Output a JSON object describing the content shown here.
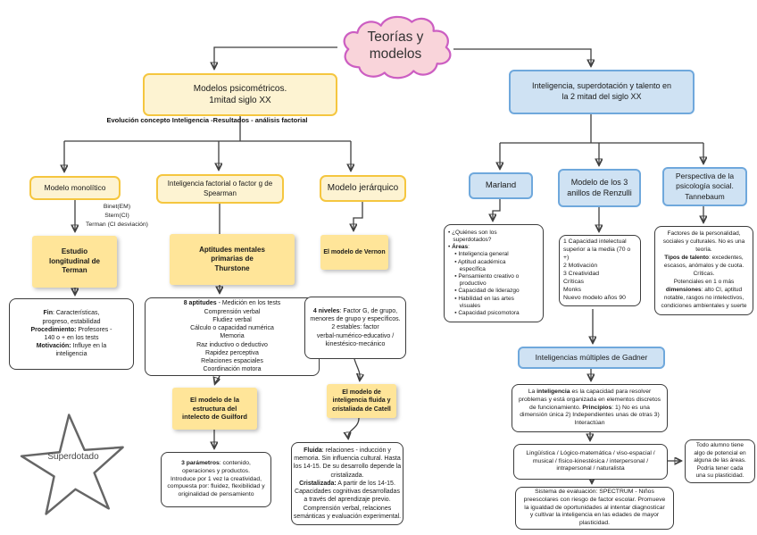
{
  "colors": {
    "yellow_fill": "#fdf3d2",
    "yellow_border": "#f5c63f",
    "yellow_solid": "#ffe599",
    "blue_fill": "#cfe2f3",
    "blue_border": "#6fa8dc",
    "cloud_fill": "#f9d4da",
    "cloud_border": "#cc5ec2",
    "line": "#3f3f3f"
  },
  "cloud": {
    "title": [
      "Teorías y",
      "modelos"
    ]
  },
  "left": {
    "root": [
      "Modelos psicométricos.",
      "1mitad siglo XX"
    ],
    "subtitle": "Evolución concepto  Inteligencia -Resultados - análisis factorial",
    "star_label": "Superdotado",
    "monolitico": {
      "title": "Modelo monolítico",
      "note": [
        "Binet(EM)",
        "Stern(CI)",
        "Terman (CI desviación)"
      ],
      "terman_title": [
        "Estudio",
        "longitudinal de",
        "Terman"
      ],
      "terman_detail": [
        [
          {
            "t": "Fin",
            "b": true
          },
          {
            "t": ": Características,"
          }
        ],
        [
          {
            "t": "progreso, estabilidad"
          }
        ],
        [
          {
            "t": "Procedimiento:",
            "b": true
          },
          {
            "t": " Profesores -"
          }
        ],
        [
          {
            "t": "140 o + en los tests"
          }
        ],
        [
          {
            "t": "Motivación:",
            "b": true
          },
          {
            "t": " Influye en la"
          }
        ],
        [
          {
            "t": "inteligencia"
          }
        ]
      ]
    },
    "spearman": {
      "title": [
        "Inteligencia factorial o factor g de",
        "Spearman"
      ],
      "thurstone_title": [
        "Aptitudes mentales",
        "primarias de",
        "Thurstone"
      ],
      "aptitudes_detail": [
        [
          {
            "t": "8 aptitudes",
            "b": true
          },
          {
            "t": " - Medición en los tests"
          }
        ],
        [
          {
            "t": "Comprensión verbal"
          }
        ],
        [
          {
            "t": "Fludiez verbal"
          }
        ],
        [
          {
            "t": "Cálculo o capacidad numérica"
          }
        ],
        [
          {
            "t": "Memoria"
          }
        ],
        [
          {
            "t": "Raz inductivo o deductivo"
          }
        ],
        [
          {
            "t": "Rapidez perceptiva"
          }
        ],
        [
          {
            "t": "Relaciones espaciales"
          }
        ],
        [
          {
            "t": "Coordinación motora"
          }
        ]
      ],
      "guilford_title": [
        "El modelo de la",
        "estructura del",
        "intelecto de Guilford"
      ],
      "guilford_detail": [
        [
          {
            "t": "3 parámetros",
            "b": true
          },
          {
            "t": ": contenido,"
          }
        ],
        [
          {
            "t": "operaciones y productos."
          }
        ],
        [
          {
            "t": "Introduce por 1 vez la creatividad,"
          }
        ],
        [
          {
            "t": "compuesta por: fluidez, flexibilidad y"
          }
        ],
        [
          {
            "t": "originalidad de pensamiento"
          }
        ]
      ]
    },
    "jerarquico": {
      "title": "Modelo jerárquico",
      "vernon_title": "El modelo de Vernon",
      "vernon_detail": [
        [
          {
            "t": "4 niveles",
            "b": true
          },
          {
            "t": ": Factor G, de grupo,"
          }
        ],
        [
          {
            "t": "menores de grupo y específicos."
          }
        ],
        [
          {
            "t": "2 estables: factor"
          }
        ],
        [
          {
            "t": "verbal-numérico-educativo /"
          }
        ],
        [
          {
            "t": "kinestésico-mecánico"
          }
        ]
      ],
      "catell_title": [
        "El modelo de",
        "inteligencia fluida y",
        "cristaliada de Catell"
      ],
      "catell_detail": [
        [
          {
            "t": "Fluida",
            "b": true
          },
          {
            "t": ": relaciones - inducción y"
          }
        ],
        [
          {
            "t": "memoria. Sin influencia cultural. Hasta"
          }
        ],
        [
          {
            "t": "los 14-15. De su desarrollo depende la"
          }
        ],
        [
          {
            "t": "cristalizada."
          }
        ],
        [
          {
            "t": "Cristalizada:",
            "b": true
          },
          {
            "t": " A partir de los 14-15."
          }
        ],
        [
          {
            "t": "Capacidades cognitivas desarrolladas"
          }
        ],
        [
          {
            "t": "a través del aprendizaje previo."
          }
        ],
        [
          {
            "t": "Comprensión verbal, relaciones"
          }
        ],
        [
          {
            "t": "semánticas y evaluación experimental."
          }
        ]
      ]
    }
  },
  "right": {
    "root": [
      "Inteligencia, superdotación y talento en",
      "la 2 mitad del siglo XX"
    ],
    "marland": {
      "title": "Marland",
      "detail": [
        [
          {
            "t": "• ¿Quiénes son los"
          }
        ],
        [
          {
            "t": "   superdotados?"
          }
        ],
        [
          {
            "t": "• "
          },
          {
            "t": "Áreas",
            "b": true
          },
          {
            "t": ":"
          }
        ],
        [
          {
            "t": "    ▪ Inteligencia general"
          }
        ],
        [
          {
            "t": "    ▪ Aptitud académica"
          }
        ],
        [
          {
            "t": "       específica"
          }
        ],
        [
          {
            "t": "    ▪ Pensamiento creativo o"
          }
        ],
        [
          {
            "t": "       productivo"
          }
        ],
        [
          {
            "t": "    ▪ Capacidad de liderazgo"
          }
        ],
        [
          {
            "t": "    ▪ Habilidad en las artes"
          }
        ],
        [
          {
            "t": "       visuales"
          }
        ],
        [
          {
            "t": "    ▪ Capacidad psicomotora"
          }
        ]
      ]
    },
    "renzulli": {
      "title": [
        "Modelo de los 3",
        "anillos de Renzulli"
      ],
      "detail": [
        "1 Capacidad intelectual",
        "superior a la media (70 o",
        "+)",
        "2 Motivación",
        "3 Creatividad",
        "Críticas",
        "Monks",
        "Nuevo modelo años 90"
      ]
    },
    "tannebaum": {
      "title": [
        "Perspectiva de la",
        "psicología social.",
        "Tannebaum"
      ],
      "detail": [
        [
          {
            "t": "Factores de la personalidad,"
          }
        ],
        [
          {
            "t": "sociales y culturales. No es una"
          }
        ],
        [
          {
            "t": "teoría."
          }
        ],
        [
          {
            "t": "Tipos de talento",
            "b": true
          },
          {
            "t": ": excedentes,"
          }
        ],
        [
          {
            "t": "escasos, anómalos y de cuota."
          }
        ],
        [
          {
            "t": "Críticas."
          }
        ],
        [
          {
            "t": "Potenciales en 1 o más"
          }
        ],
        [
          {
            "t": "dimensiones",
            "b": true
          },
          {
            "t": ": alto CI, aptitud"
          }
        ],
        [
          {
            "t": "notable, rasgos no intelectivos,"
          }
        ],
        [
          {
            "t": "condiciones ambientales y suerte"
          }
        ]
      ]
    },
    "gadner": {
      "title": "Inteligencias múltiples de Gadner",
      "detail": [
        [
          {
            "t": "La "
          },
          {
            "t": "inteligencia",
            "b": true
          },
          {
            "t": " es la capacidad para resolver"
          }
        ],
        [
          {
            "t": "problemas y está organizada en elementos discretos"
          }
        ],
        [
          {
            "t": "de funcionamiento. "
          },
          {
            "t": "Principios",
            "b": true
          },
          {
            "t": ": 1) No es una"
          }
        ],
        [
          {
            "t": "dimensión única 2) Independientes unas de otras 3)"
          }
        ],
        [
          {
            "t": "Interactúan"
          }
        ]
      ],
      "tipos": [
        "Lingüística / Lógico-matemática / viso-espacial /",
        "musical / físico-kinestésica / interpersonal /",
        "intrapersonal / naturalista"
      ],
      "alumno": [
        "Todo alumno tiene",
        "algo de potencial en",
        "alguna de las áreas.",
        "Podría tener cada",
        "una su plasticidad."
      ],
      "spectrum": [
        "Sistema de evaluación: SPECTRUM - Niños",
        "preescolares con riesgo de factor escolar. Promueve",
        "la igualdad de oportunidades al intentar diagnosticar",
        "y cultivar la inteligencia en las edades de mayor",
        "plasticidad."
      ]
    }
  }
}
